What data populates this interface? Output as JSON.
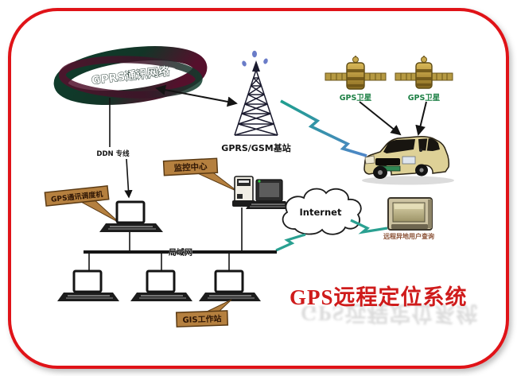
{
  "title": {
    "text": "GPS远程定位系统"
  },
  "labels": {
    "network": "GPRS通讯网络",
    "ddn": "DDN 专线",
    "base_station": "GPRS/GSM基站",
    "satellite_left": "GPS卫星",
    "satellite_right": "GPS卫星",
    "dispatch": "GPS通讯调度机",
    "monitor_center": "监控中心",
    "internet": "Internet",
    "lan": "局域网",
    "gis": "GIS工作站",
    "remote_user": "远程异地用户查询"
  },
  "colors": {
    "border_red": "#e01318",
    "title_red": "#cf1b1b",
    "lightning_teal": "#2aa091",
    "tag_brown": "#b5803f",
    "tag_text": "#2e1504",
    "satellite_label_green": "#1d8045",
    "car_body": "#ded197",
    "ellipse_green": "#0f3d2c",
    "ellipse_maroon": "#55102c",
    "line_black": "#141414"
  }
}
